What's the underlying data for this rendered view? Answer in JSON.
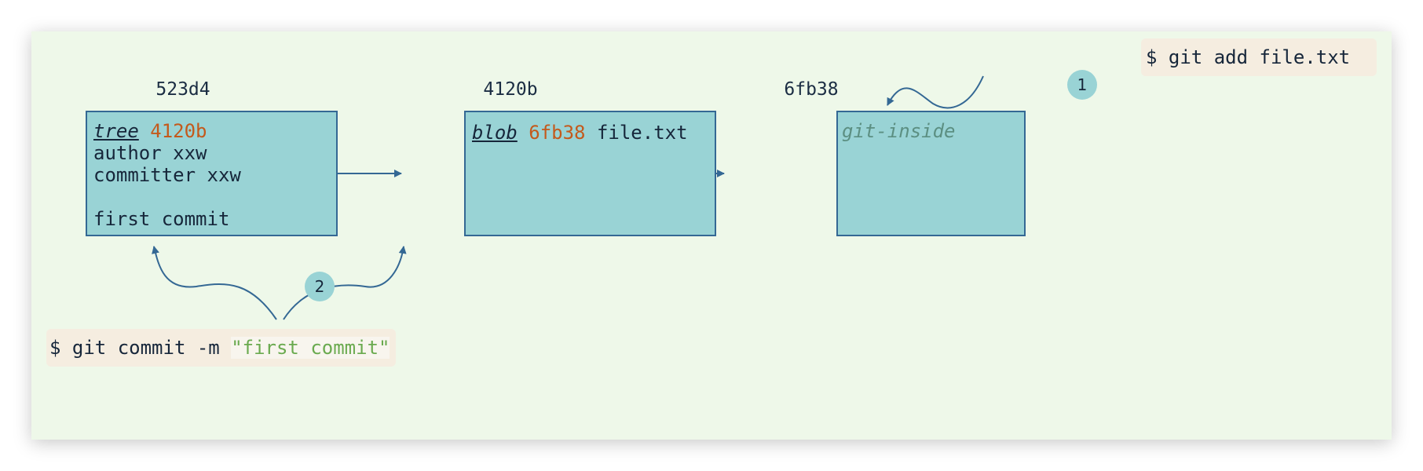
{
  "objects": [
    {
      "hash": "523d4",
      "type_keyword": "tree",
      "ref_hash": "4120b",
      "lines": [
        "author xxw",
        "committer xxw",
        "",
        "first commit"
      ]
    },
    {
      "hash": "4120b",
      "type_keyword": "blob",
      "ref_hash": "6fb38",
      "ref_name": "file.txt"
    },
    {
      "hash": "6fb38",
      "content": "git-inside"
    }
  ],
  "commands": {
    "add": "$ git add file.txt",
    "commit_prefix": "$ git commit -m ",
    "commit_message": "\"first commit\""
  },
  "steps": {
    "step1": "1",
    "step2": "2"
  },
  "colors": {
    "background": "#eef8e9",
    "box_fill": "#99d3d5",
    "box_border": "#346894",
    "arrow": "#346894",
    "hash_ref": "#c4591b",
    "string": "#6aaa4f",
    "command_bg": "#f5ede0"
  }
}
